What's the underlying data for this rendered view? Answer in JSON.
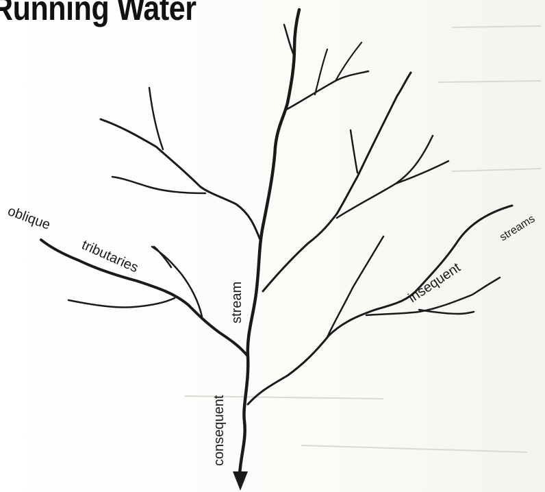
{
  "heading": "Running Water",
  "labels": {
    "oblique": "oblique",
    "tributaries": "tributaries",
    "stream": "stream",
    "consequent": "consequent",
    "insequent": "insequent",
    "streams": "streams"
  },
  "colors": {
    "ink": "#1a1a1a",
    "paper": "#fbfbf9"
  }
}
